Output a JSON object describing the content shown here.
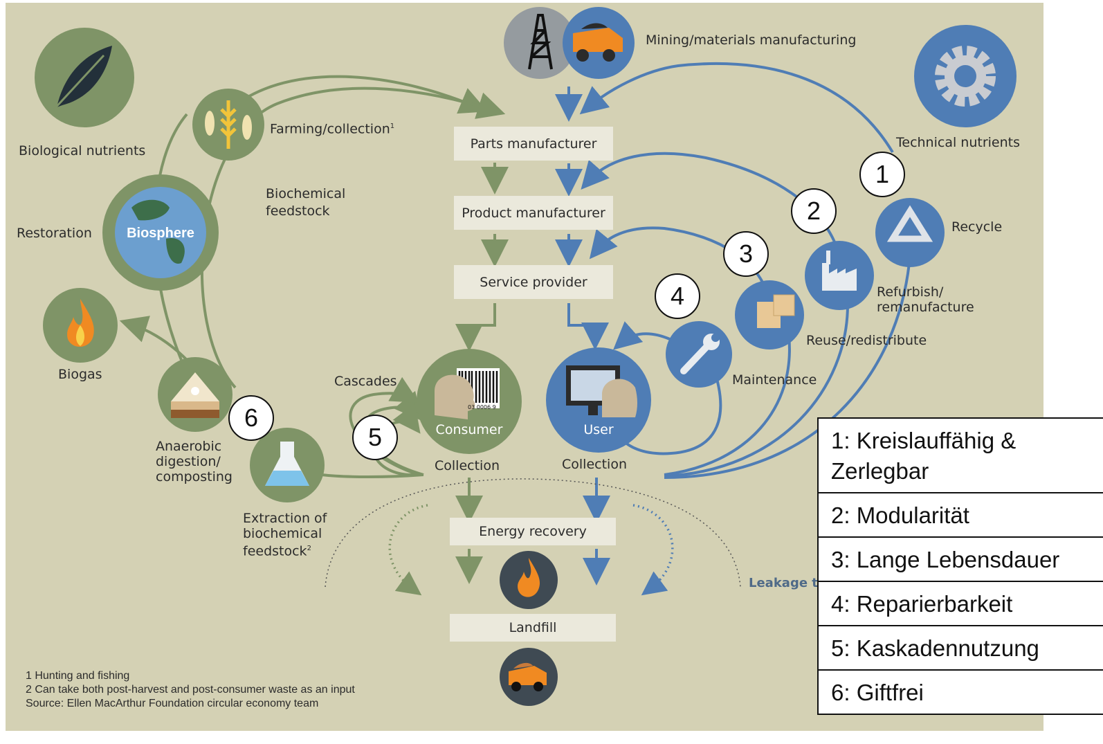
{
  "labels": {
    "mining": "Mining/materials manufacturing",
    "bio_nutrients": "Biological nutrients",
    "tech_nutrients": "Technical nutrients",
    "farming": "Farming/collection",
    "farming_sup": "1",
    "biochem_feedstock": "Biochemical feedstock",
    "restoration": "Restoration",
    "biosphere": "Biosphere",
    "biogas": "Biogas",
    "anaerobic": "Anaerobic digestion/ composting",
    "extraction": "Extraction of biochemical feedstock",
    "extraction_sup": "2",
    "cascades": "Cascades",
    "consumer": "Consumer",
    "user": "User",
    "collection_left": "Collection",
    "collection_right": "Collection",
    "maintenance": "Maintenance",
    "reuse": "Reuse/redistribute",
    "refurbish": "Refurbish/ remanufacture",
    "recycle": "Recycle",
    "leakage": "Leakage t",
    "barcode_digits": "03  0006 9"
  },
  "boxes": {
    "parts": "Parts manufacturer",
    "product": "Product manufacturer",
    "service": "Service provider",
    "energy": "Energy recovery",
    "landfill": "Landfill"
  },
  "markers": [
    "1",
    "2",
    "3",
    "4",
    "5",
    "6"
  ],
  "footnotes": [
    "1 Hunting and fishing",
    "2 Can take both post-harvest and post-consumer waste as an input",
    "Source: Ellen MacArthur Foundation circular economy team"
  ],
  "legend": [
    "1: Kreislauffähig & Zerlegbar",
    "2: Modularität",
    "3: Lange Lebensdauer",
    "4: Reparierbarkeit",
    "5: Kaskadennutzung",
    "6: Giftfrei"
  ],
  "colors": {
    "background": "#d4d1b4",
    "bio_green": "#7f9467",
    "tech_blue": "#4f7db5",
    "box_fill": "#ebe9dc",
    "dark_icon": "#3f4a53"
  },
  "icons": [
    "leaf-icon",
    "wheat-fish-icon",
    "globe-icon",
    "flame-icon",
    "compost-icon",
    "flask-icon",
    "oil-derrick-icon",
    "mining-truck-icon",
    "gear-icon",
    "recycle-icon",
    "factory-icon",
    "boxes-icon",
    "wrench-icon",
    "barcode-icon",
    "computer-icon",
    "dump-truck-icon"
  ]
}
